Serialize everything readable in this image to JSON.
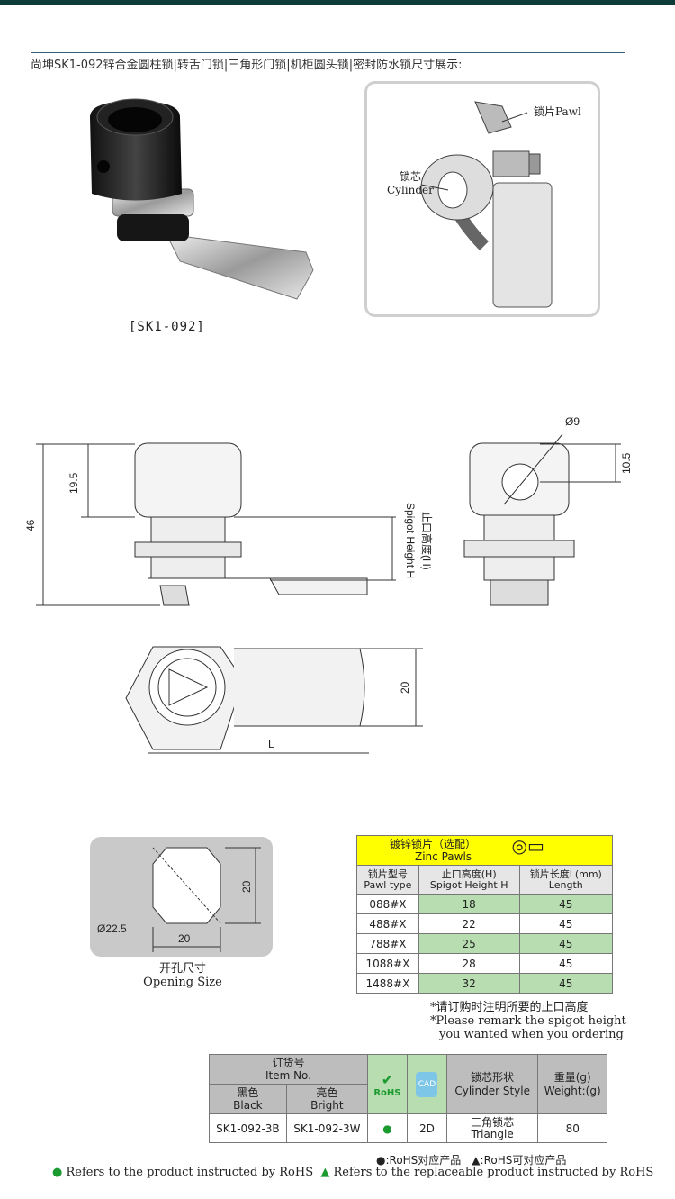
{
  "page": {
    "title": "尚坤SK1-092锌合金圆柱锁|转舌门锁|三角形门锁|机柜圆头锁|密封防水锁尺寸展示:",
    "product_label": "[SK1-092]"
  },
  "exploded_view": {
    "pawl_cn": "锁片",
    "pawl_en": "Pawl",
    "cylinder_cn": "锁芯",
    "cylinder_en": "Cylinder"
  },
  "dimensions": {
    "total_height": "46",
    "head_height": "19.5",
    "spigot_cn": "止口高度(H)",
    "spigot_en": "Spigot Height H",
    "hole_dia": "Ø9",
    "hole_offset": "10.5",
    "pawl_width": "20",
    "length": "L"
  },
  "opening": {
    "dia": "Ø22.5",
    "width": "20",
    "height": "20",
    "label_cn": "开孔尺寸",
    "label_en": "Opening Size"
  },
  "pawls_table": {
    "title_cn": "镀锌锁片（选配）",
    "title_en": "Zinc Pawls",
    "headers": [
      {
        "cn": "锁片型号",
        "en": "Pawl type"
      },
      {
        "cn": "止口高度(H)",
        "en": "Spigot Height H"
      },
      {
        "cn": "锁片长度L(mm)",
        "en": "Length"
      }
    ],
    "rows": [
      {
        "type": "088#X",
        "height": "18",
        "length": "45"
      },
      {
        "type": "488#X",
        "height": "22",
        "length": "45"
      },
      {
        "type": "788#X",
        "height": "25",
        "length": "45"
      },
      {
        "type": "1088#X",
        "height": "28",
        "length": "45"
      },
      {
        "type": "1488#X",
        "height": "32",
        "length": "45"
      }
    ],
    "note_cn": "*请订购时注明所要的止口高度",
    "note_en1": "*Please remark the spigot height",
    "note_en2": "you wanted when you ordering"
  },
  "order_table": {
    "item_cn": "订货号",
    "item_en": "Item No.",
    "black_cn": "黑色",
    "black_en": "Black",
    "bright_cn": "亮色",
    "bright_en": "Bright",
    "rohs": "RoHS",
    "cad": "CAD",
    "cyl_cn": "锁芯形状",
    "cyl_en": "Cylinder Style",
    "weight_cn": "重量(g)",
    "weight_en": "Weight:(g)",
    "black_code": "SK1-092-3B",
    "bright_code": "SK1-092-3W",
    "rohs_mark": "●",
    "cad_val": "2D",
    "style_cn": "三角锁芯",
    "style_en": "Triangle",
    "weight": "80"
  },
  "legend": {
    "cn": "●:RoHS对应产品　▲:RoHS可对应产品",
    "en_a": "Refers to the product instructed by RoHS",
    "en_b": "Refers to the replaceable product instructed by RoHS"
  },
  "colors": {
    "topbar": "#0e3c38",
    "yellow": "#ffff00",
    "green": "#b7ddb0",
    "rohs_green": "#1b9a2f"
  }
}
